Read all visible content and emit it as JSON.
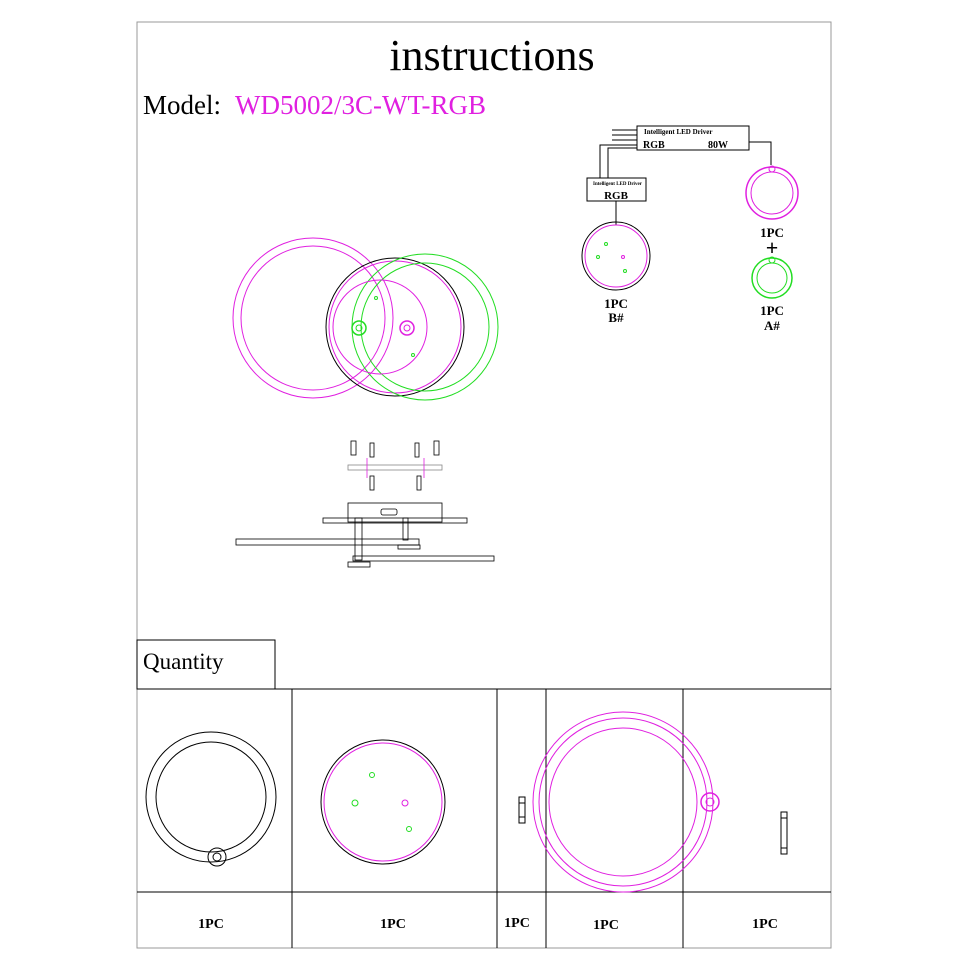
{
  "title": "instructions",
  "model": {
    "label": "Model:",
    "value": "WD5002/3C-WT-RGB"
  },
  "colors": {
    "magenta": "#e020e0",
    "green": "#22dd22",
    "black": "#000000"
  },
  "wiring": {
    "main_driver": {
      "name": "Intelligent LED Driver",
      "type": "RGB",
      "power": "80W"
    },
    "sub_driver": {
      "name": "Intelligent LED Driver",
      "type": "RGB"
    },
    "part_b": {
      "qty": "1PC",
      "label": "B#"
    },
    "part_a_top": {
      "qty": "1PC"
    },
    "plus": "+",
    "part_a": {
      "qty": "1PC",
      "label": "A#"
    }
  },
  "quantity": {
    "heading": "Quantity",
    "items": [
      {
        "qty": "1PC"
      },
      {
        "qty": "1PC"
      },
      {
        "qty": "1PC"
      },
      {
        "qty": "1PC"
      },
      {
        "qty": "1PC"
      }
    ]
  }
}
